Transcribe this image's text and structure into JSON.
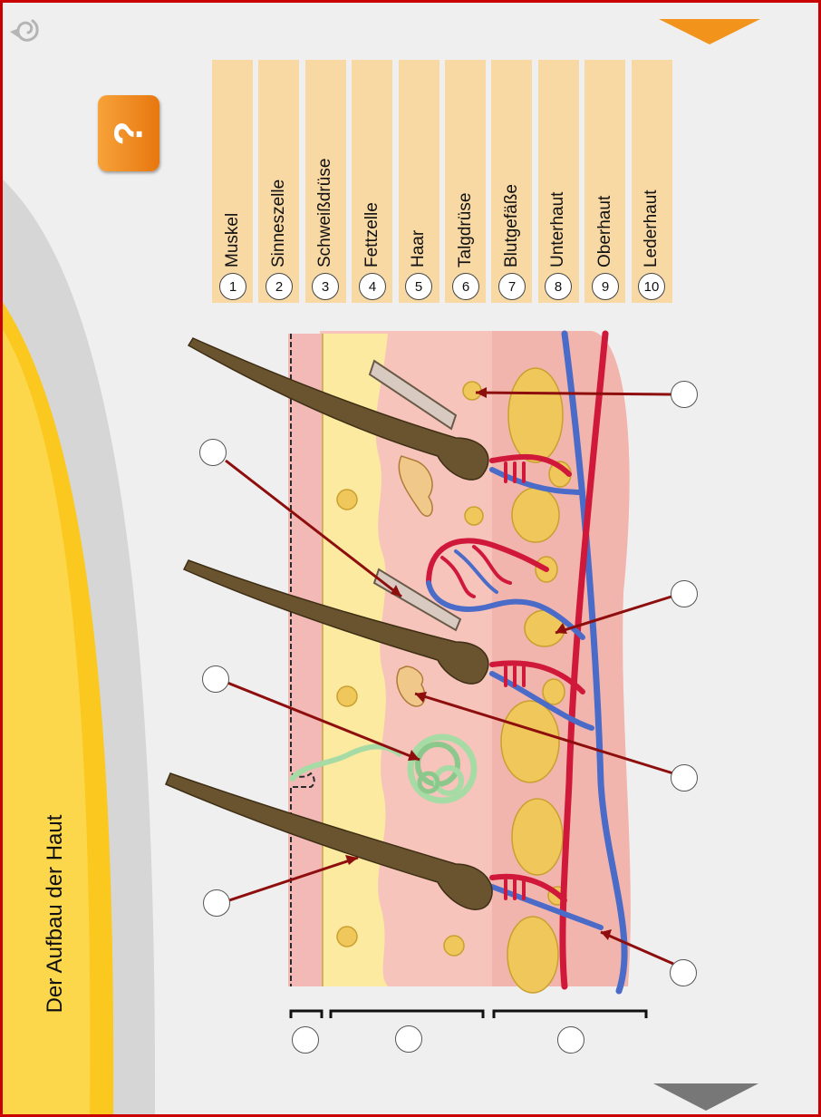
{
  "title": "Der Aufbau der Haut",
  "help_button": {
    "label": "?"
  },
  "legend": [
    {
      "number": "1",
      "label": "Muskel"
    },
    {
      "number": "2",
      "label": "Sinneszelle"
    },
    {
      "number": "3",
      "label": "Schweißdrüse"
    },
    {
      "number": "4",
      "label": "Fettzelle"
    },
    {
      "number": "5",
      "label": "Haar"
    },
    {
      "number": "6",
      "label": "Talgdrüse"
    },
    {
      "number": "7",
      "label": "Blutgefäße"
    },
    {
      "number": "8",
      "label": "Unterhaut"
    },
    {
      "number": "9",
      "label": "Oberhaut"
    },
    {
      "number": "10",
      "label": "Lederhaut"
    }
  ],
  "colors": {
    "frame": "#c80000",
    "legend_bg": "#f8d9a4",
    "help_button": "#f08a1e",
    "next_arrow": "#f2931b",
    "prev_arrow": "#777777",
    "yellow_band": "#fbc81f",
    "epidermis": "#fbeaa0",
    "dermis": "#f6c4bb",
    "fat": "#efc75a",
    "artery": "#d0183a",
    "vein": "#4a6bc8",
    "hair": "#6a5430",
    "sweat_gland": "#a6dba6",
    "pointer": "#8e0e0e"
  },
  "icons": {
    "reload": "reload-icon",
    "next": "arrow-down-orange-icon",
    "prev": "arrow-down-gray-icon"
  }
}
